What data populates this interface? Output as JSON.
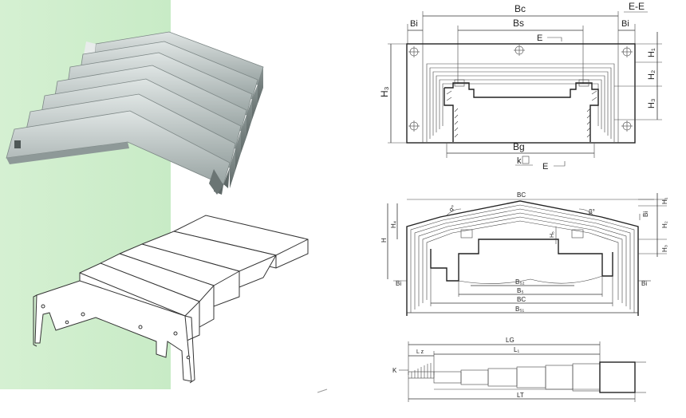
{
  "colors": {
    "background_panel": "#cfeecd",
    "steel_light": "#c9d0cf",
    "steel_mid": "#9fa9a8",
    "steel_dark": "#6f7a79",
    "line": "#333333"
  },
  "top_view": {
    "section": "E-E",
    "bc": "Bc",
    "bs": "Bs",
    "bg": "Bg",
    "bi_left": "Bi",
    "bi_right": "Bi",
    "h1": "H₁",
    "h2": "H₂",
    "h3_right": "H₃",
    "h3_left": "H₃",
    "e_top": "E",
    "e_bottom": "E",
    "k": "k"
  },
  "mid_view": {
    "bc_top": "BC",
    "alpha": "α°",
    "beta": "β°",
    "h4": "H₄",
    "h_left": "H",
    "h1": "H₁",
    "h2": "H₂",
    "h3": "H₃",
    "hs": "H₅",
    "bi_top": "Bi",
    "bi_left": "Bi",
    "bi_right": "Bi",
    "bs2": "B₅₂",
    "bs": "B₅",
    "bc_bottom": "BC",
    "bs1": "B₅₁"
  },
  "bottom_view": {
    "lg": "LG",
    "l1": "L₁",
    "lz": "L z",
    "k": "K",
    "lt": "LT"
  }
}
